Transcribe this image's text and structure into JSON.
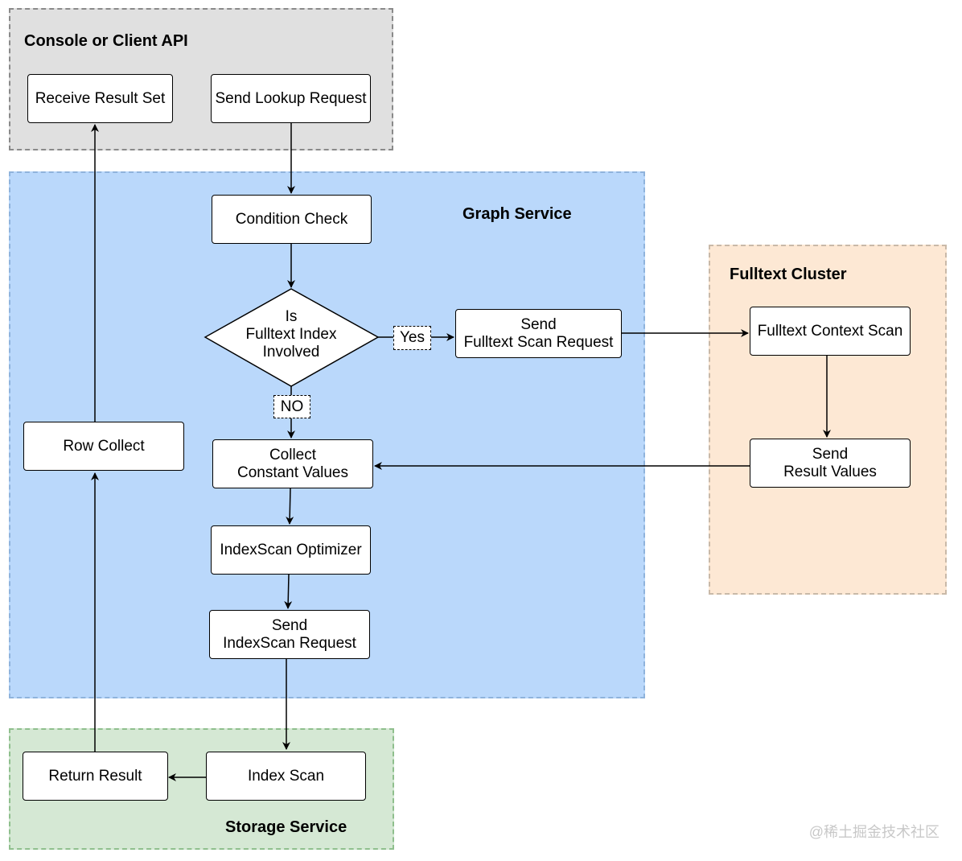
{
  "regions": {
    "console": {
      "title": "Console or Client API",
      "fill": "#e0e0e0"
    },
    "graph": {
      "title": "Graph Service",
      "fill": "#bad8fb"
    },
    "fulltext": {
      "title": "Fulltext Cluster",
      "fill": "#fde8d4"
    },
    "storage": {
      "title": "Storage Service",
      "fill": "#d5e8d4"
    }
  },
  "nodes": {
    "receive_result_set": "Receive Result Set",
    "send_lookup_request": "Send Lookup Request",
    "condition_check": "Condition Check",
    "decision": "Is\nFulltext Index\nInvolved",
    "send_fulltext_scan_request": "Send\nFulltext Scan Request",
    "fulltext_context_scan": "Fulltext Context Scan",
    "send_result_values": "Send\nResult Values",
    "row_collect": "Row Collect",
    "collect_constant_values": "Collect\nConstant Values",
    "indexscan_optimizer": "IndexScan Optimizer",
    "send_indexscan_request": "Send\nIndexScan Request",
    "return_result": "Return Result",
    "index_scan": "Index Scan"
  },
  "edge_labels": {
    "yes": "Yes",
    "no": "NO"
  },
  "watermark": "@稀土掘金技术社区"
}
